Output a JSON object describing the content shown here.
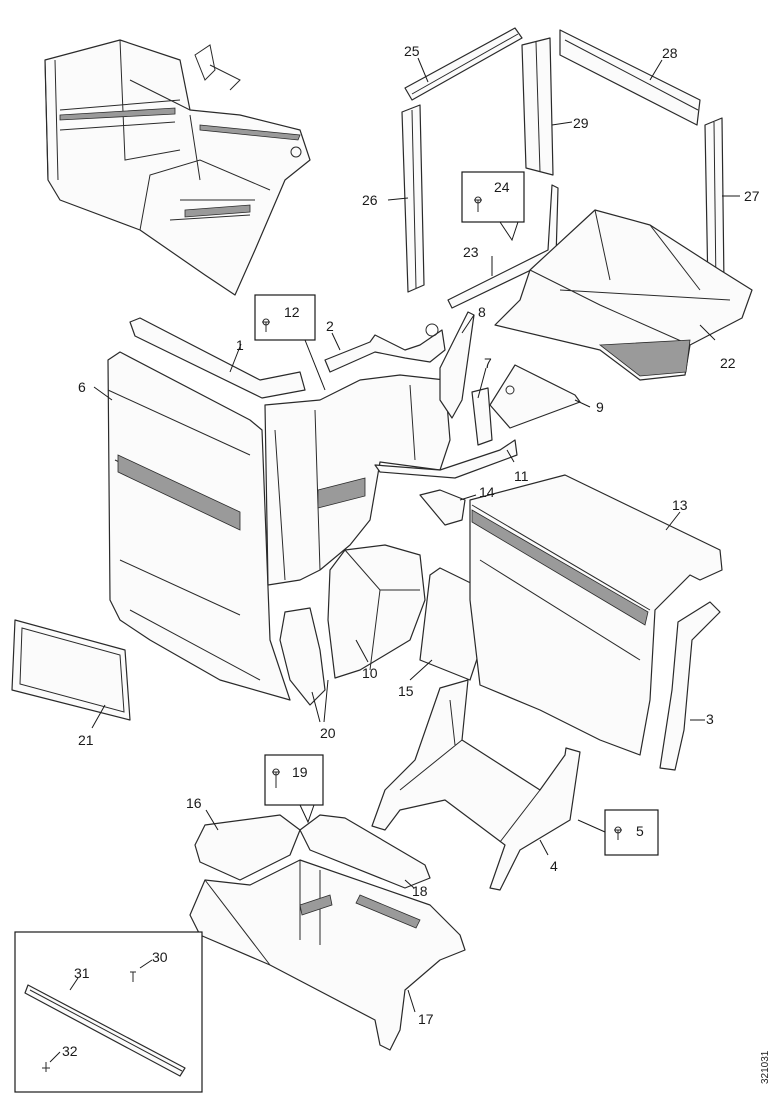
{
  "callouts": {
    "c1": "1",
    "c2": "2",
    "c3": "3",
    "c4": "4",
    "c5": "5",
    "c6": "6",
    "c7": "7",
    "c8": "8",
    "c9": "9",
    "c10": "10",
    "c11": "11",
    "c12": "12",
    "c13": "13",
    "c14": "14",
    "c15": "15",
    "c16": "16",
    "c17": "17",
    "c18": "18",
    "c19": "19",
    "c20": "20",
    "c21": "21",
    "c22": "22",
    "c23": "23",
    "c24": "24",
    "c25": "25",
    "c26": "26",
    "c27": "27",
    "c28": "28",
    "c29": "29",
    "c30": "30",
    "c31": "31",
    "c32": "32"
  },
  "drawing_code": "321031"
}
